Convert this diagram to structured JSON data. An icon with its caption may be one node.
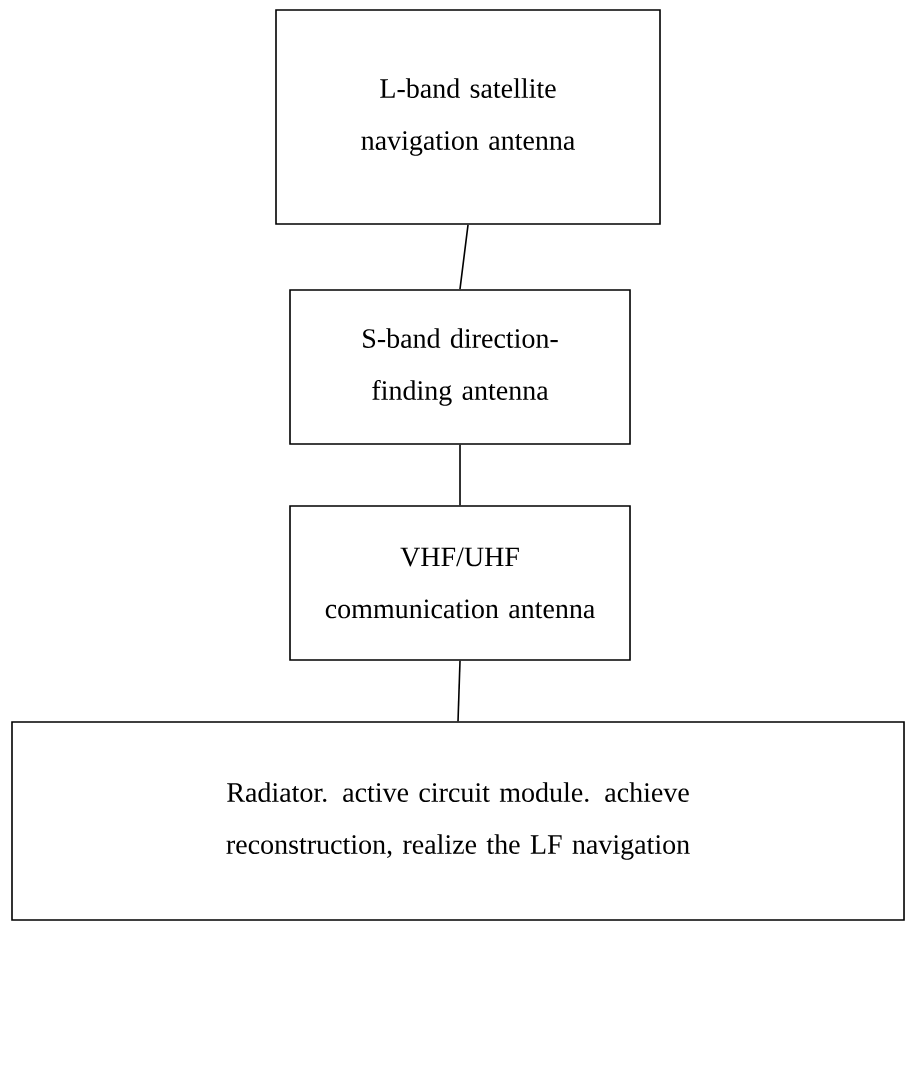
{
  "diagram": {
    "nodes": [
      {
        "text": [
          "L-band satellite navigation antenna"
        ]
      },
      {
        "text": [
          "S-band direction-finding antenna"
        ]
      },
      {
        "text": [
          "VHF/UHF communication antenna"
        ]
      },
      {
        "text": [
          "Radiator. active circuit module. achieve reconstruction, realize the LF navigation"
        ]
      }
    ],
    "edges": [
      {
        "from": 0,
        "to": 1,
        "arrow": "none"
      },
      {
        "from": 1,
        "to": 2,
        "arrow": "none"
      },
      {
        "from": 2,
        "to": 3,
        "arrow": "none"
      }
    ]
  }
}
